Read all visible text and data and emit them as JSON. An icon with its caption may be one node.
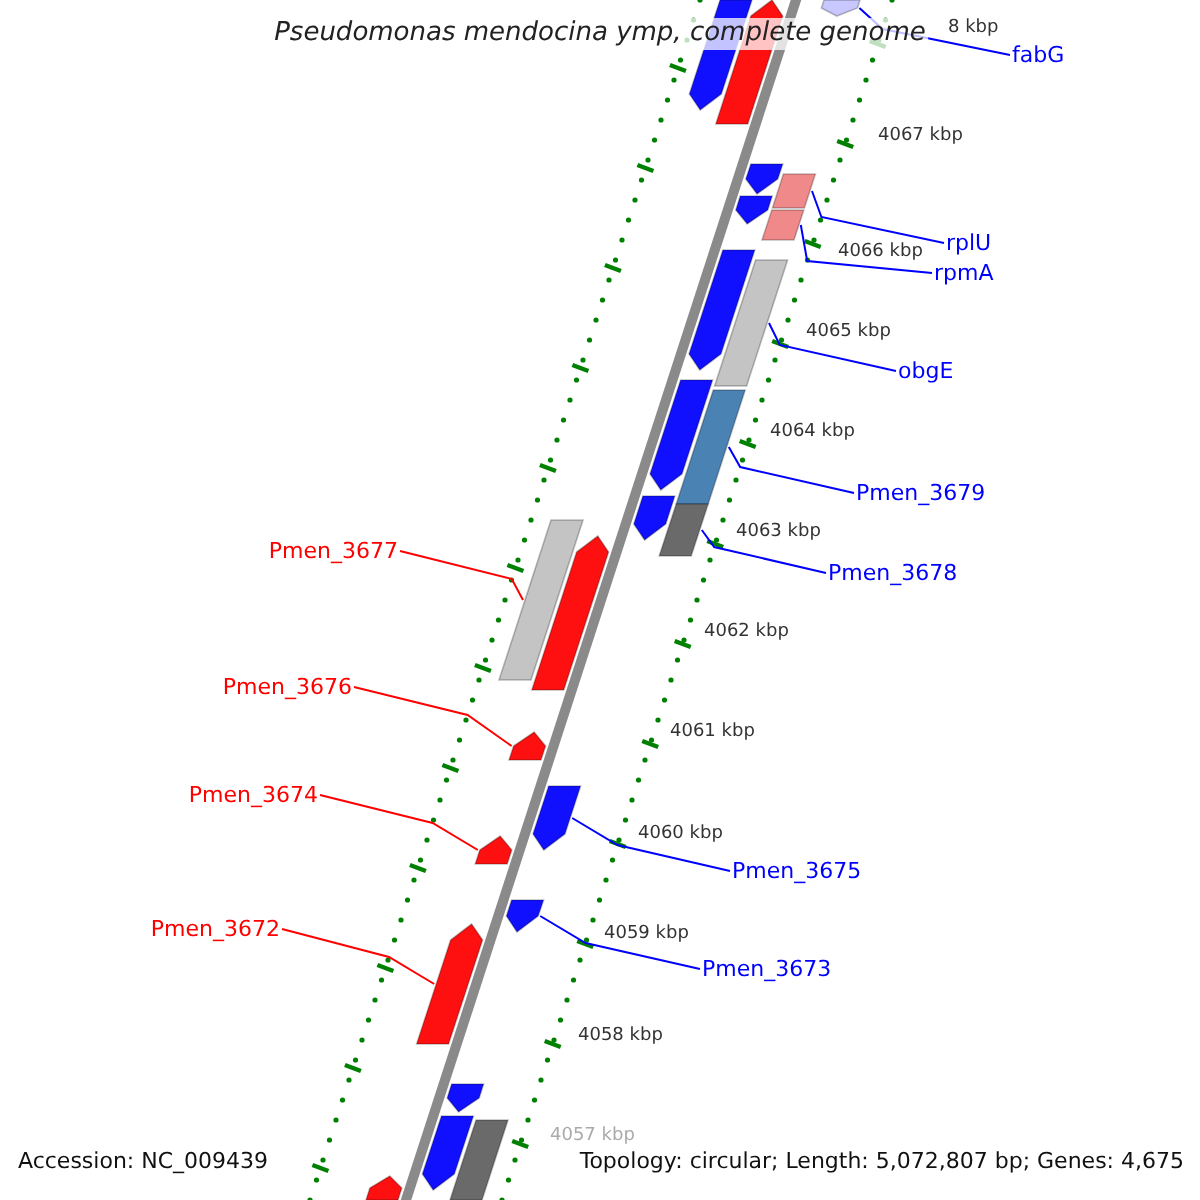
{
  "diagram": {
    "title": "Pseudomonas mendocina ymp, complete genome",
    "nodes": [
      {
        "text": [
          "fabG"
        ]
      },
      {
        "text": [
          "rplU"
        ]
      },
      {
        "text": [
          "rpmA"
        ]
      },
      {
        "text": [
          "obgE"
        ]
      },
      {
        "text": [
          "Pmen_3679"
        ]
      },
      {
        "text": [
          "Pmen_3677"
        ]
      },
      {
        "text": [
          "Pmen_3678"
        ]
      },
      {
        "text": [
          "Pmen_3676"
        ]
      },
      {
        "text": [
          "Pmen_3674"
        ]
      },
      {
        "text": [
          "Pmen_3675"
        ]
      },
      {
        "text": [
          "Pmen_3672"
        ]
      },
      {
        "text": [
          "Pmen_3673"
        ]
      },
      {
        "text": [],
        "shape": "arrow"
      },
      {
        "text": [],
        "shape": "arrow"
      },
      {
        "text": [],
        "shape": "arrow"
      },
      {
        "text": [],
        "shape": "arrow"
      },
      {
        "text": [],
        "shape": "arrow"
      },
      {
        "text": [],
        "shape": "box"
      },
      {
        "text": [],
        "shape": "box"
      },
      {
        "text": [],
        "shape": "arrow"
      },
      {
        "text": [],
        "shape": "box"
      },
      {
        "text": [],
        "shape": "arrow"
      },
      {
        "text": [],
        "shape": "box"
      },
      {
        "text": [],
        "shape": "arrow"
      },
      {
        "text": [],
        "shape": "box"
      },
      {
        "text": [],
        "shape": "box"
      },
      {
        "text": [],
        "shape": "arrow"
      },
      {
        "text": [],
        "shape": "arrow"
      },
      {
        "text": [],
        "shape": "arrow"
      },
      {
        "text": [],
        "shape": "arrow"
      },
      {
        "text": [],
        "shape": "arrow"
      },
      {
        "text": [],
        "shape": "arrow"
      },
      {
        "text": [],
        "shape": "arrow"
      },
      {
        "text": [],
        "shape": "arrow"
      },
      {
        "text": [],
        "shape": "box"
      },
      {
        "text": [],
        "shape": "arrow"
      }
    ],
    "edges": [
      {
        "from": 0,
        "to": 12,
        "arrow": "none"
      },
      {
        "from": 1,
        "to": 17,
        "arrow": "none"
      },
      {
        "from": 2,
        "to": 18,
        "arrow": "none"
      },
      {
        "from": 3,
        "to": 20,
        "arrow": "none"
      },
      {
        "from": 4,
        "to": 22,
        "arrow": "none"
      },
      {
        "from": 5,
        "to": 25,
        "arrow": "none",
        "color": "#ff0000"
      },
      {
        "from": 6,
        "to": 24,
        "arrow": "none"
      },
      {
        "from": 7,
        "to": 27,
        "arrow": "none",
        "color": "#ff0000"
      },
      {
        "from": 8,
        "to": 29,
        "arrow": "none",
        "color": "#ff0000"
      },
      {
        "from": 9,
        "to": 28,
        "arrow": "none"
      },
      {
        "from": 10,
        "to": 31,
        "arrow": "none",
        "color": "#ff0000"
      },
      {
        "from": 11,
        "to": 30,
        "arrow": "none"
      }
    ],
    "labels": [
      "8 kbp",
      "4067 kbp",
      "4066 kbp",
      "4065 kbp",
      "4064 kbp",
      "4063 kbp",
      "4062 kbp",
      "4061 kbp",
      "4060 kbp",
      "4059 kbp",
      "4058 kbp",
      "4057 kbp",
      "Accession: NC_009439",
      "Topology: circular; Length: 5,072,807 bp; Genes: 4,675"
    ]
  }
}
